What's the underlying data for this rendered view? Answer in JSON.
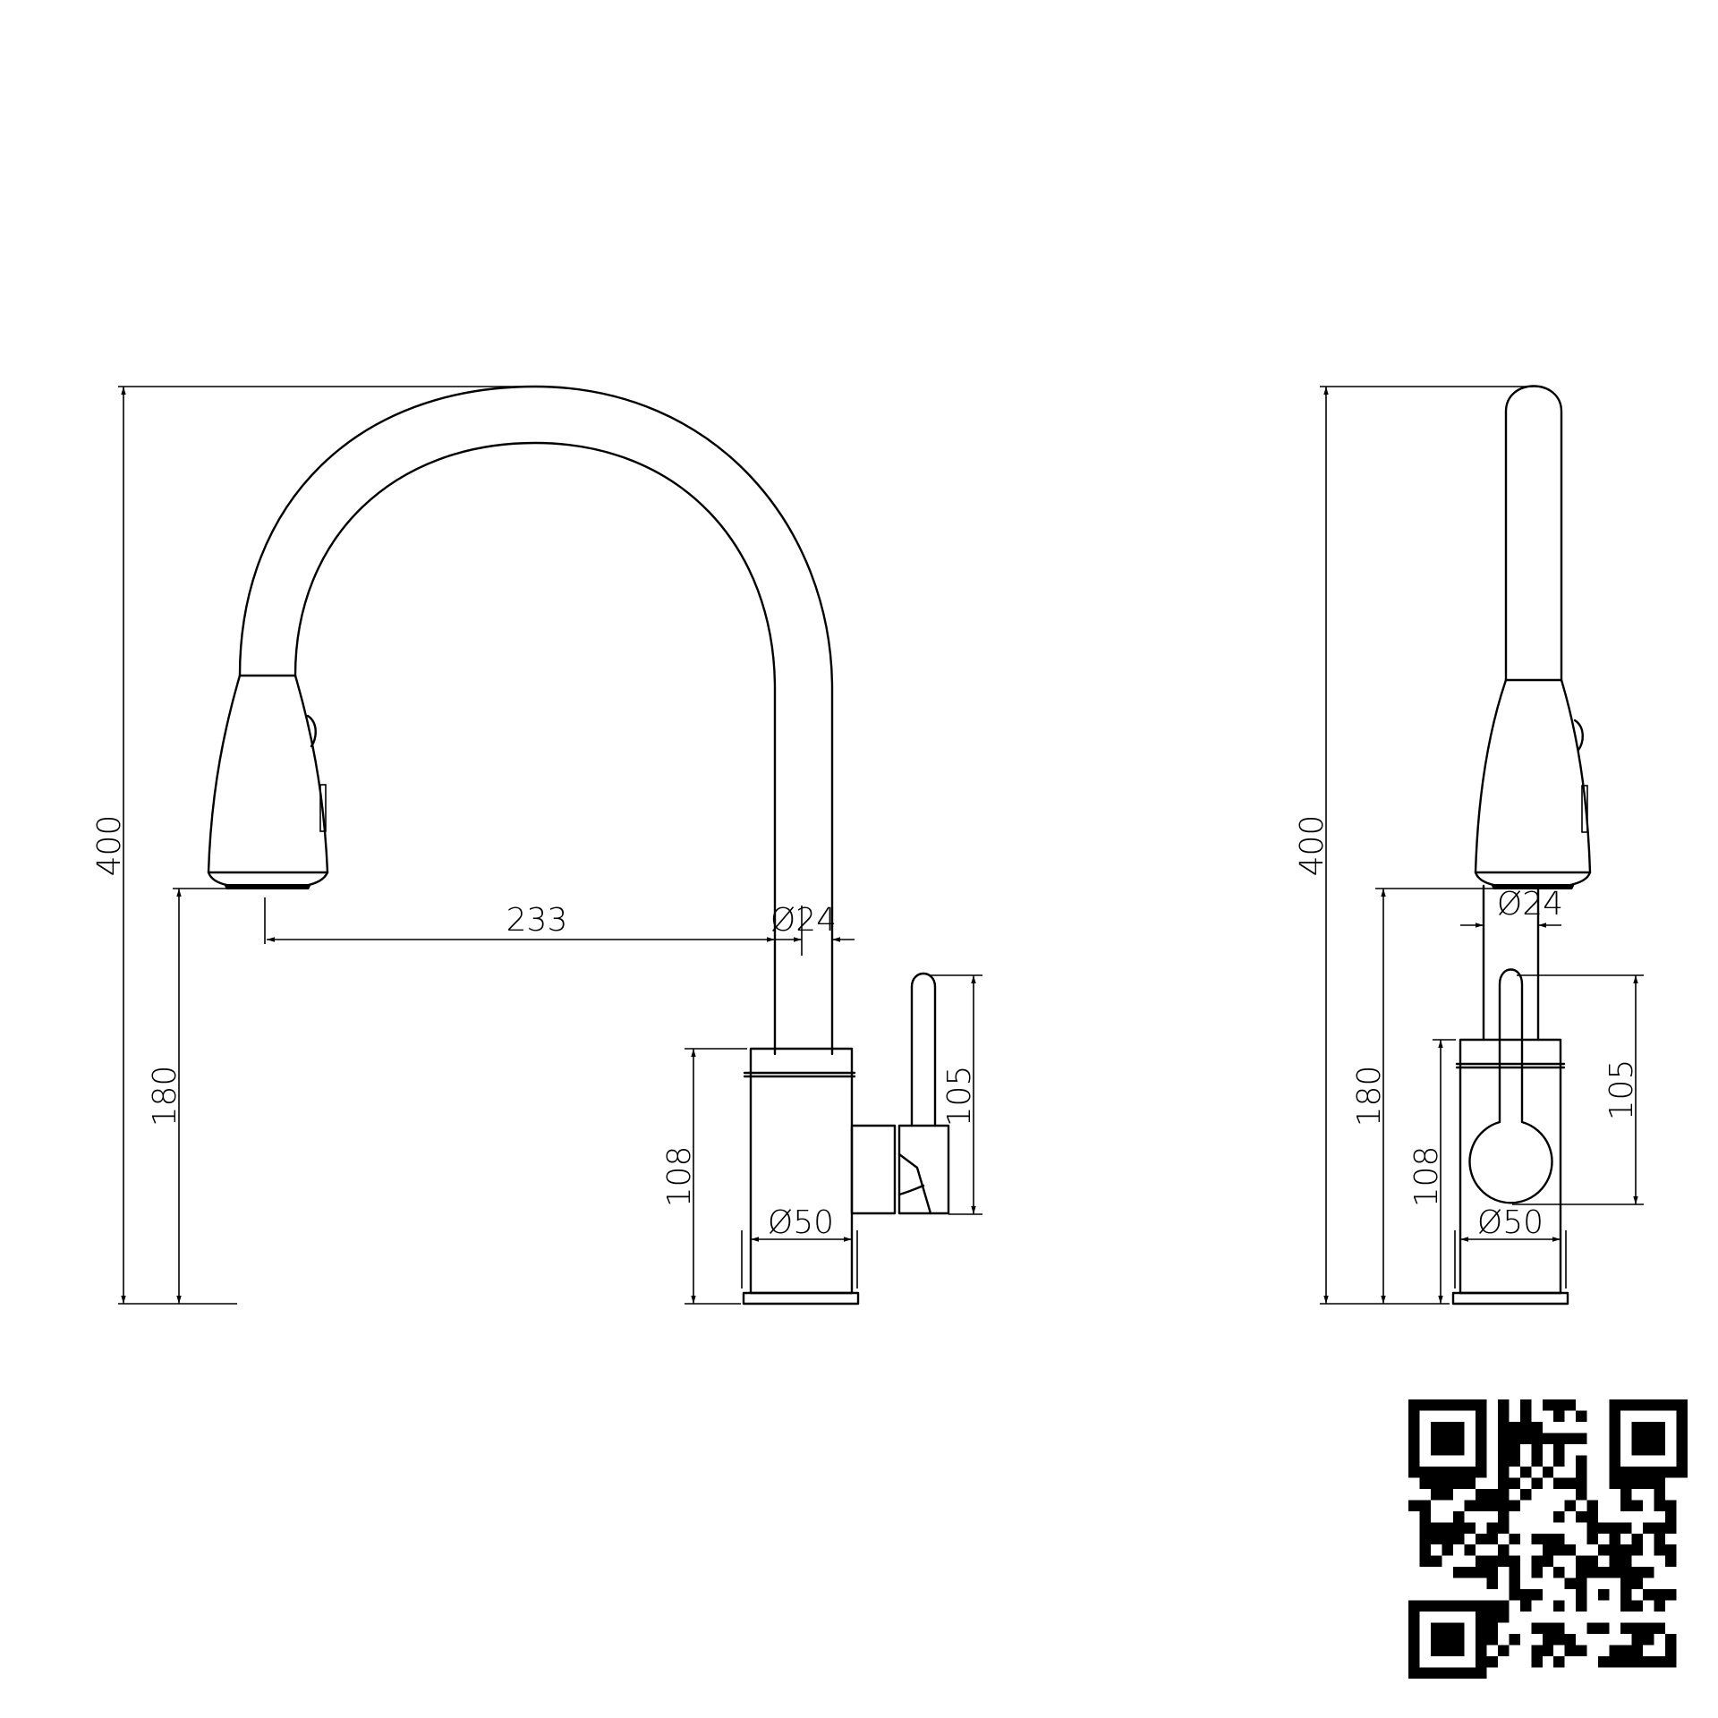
{
  "drawing": {
    "subject": "Pull-out kitchen faucet technical drawing",
    "stroke_color": "#000000",
    "background": "#ffffff",
    "views": [
      {
        "name": "front-view",
        "dimensions": {
          "overall_height": "400",
          "spout_outlet_height": "180",
          "spout_reach": "233",
          "spout_diameter": "Ø24",
          "body_height": "108",
          "body_diameter": "Ø50",
          "handle_height": "105"
        }
      },
      {
        "name": "side-view",
        "dimensions": {
          "overall_height": "400",
          "spout_outlet_height": "180",
          "spout_diameter": "Ø24",
          "body_height": "108",
          "body_diameter": "Ø50",
          "handle_height": "105"
        }
      }
    ],
    "qr_code": {
      "label": "qr-code"
    }
  }
}
